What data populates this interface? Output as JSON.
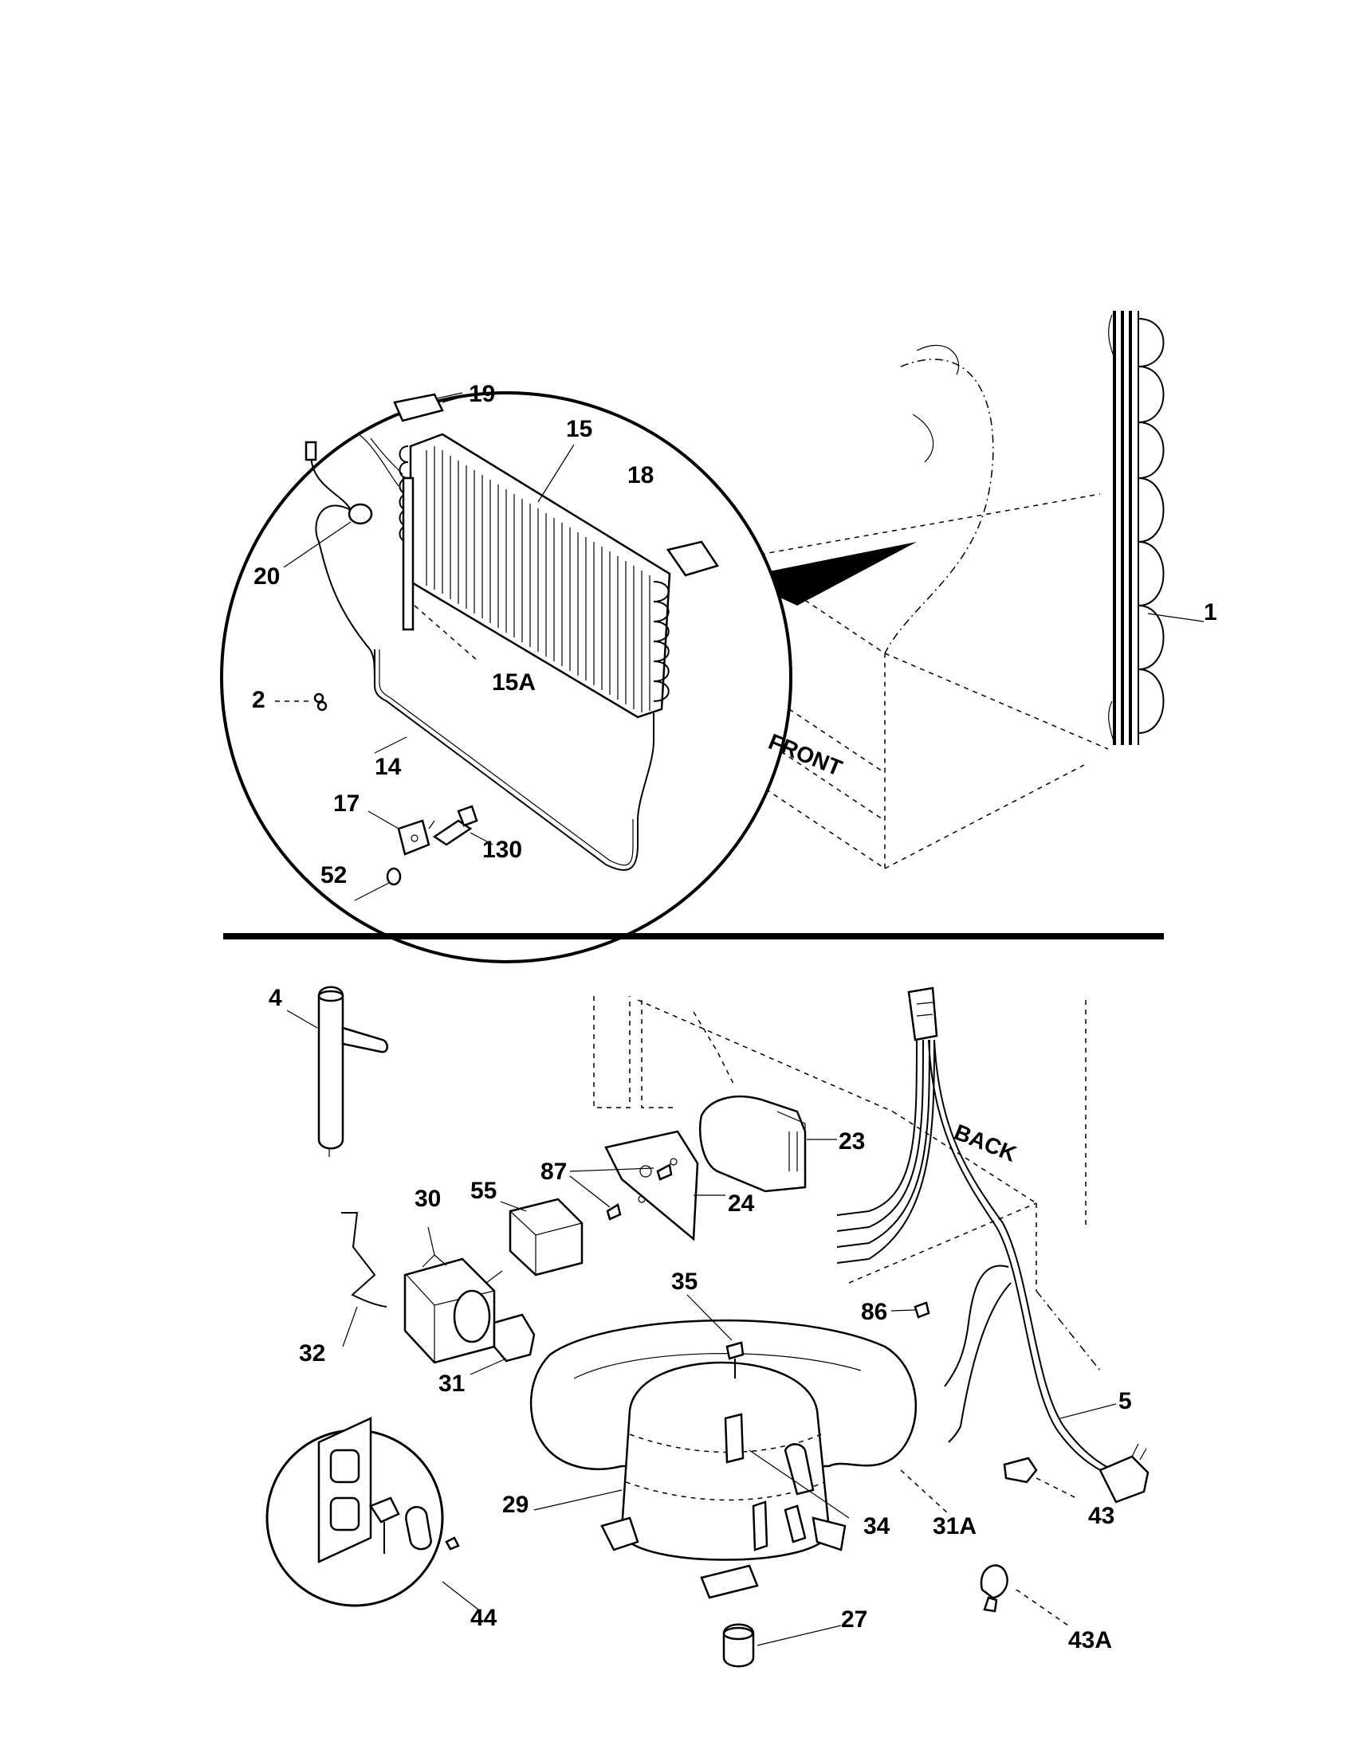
{
  "text_labels": {
    "front": "FRONT",
    "back": "BACK"
  },
  "callouts": {
    "c1": "1",
    "c2": "2",
    "c4": "4",
    "c5": "5",
    "c14": "14",
    "c15": "15",
    "c15a": "15A",
    "c17": "17",
    "c18": "18",
    "c19": "19",
    "c20": "20",
    "c23": "23",
    "c24": "24",
    "c27": "27",
    "c29": "29",
    "c30": "30",
    "c31": "31",
    "c31a": "31A",
    "c32": "32",
    "c34": "34",
    "c35": "35",
    "c43": "43",
    "c43a": "43A",
    "c44": "44",
    "c52": "52",
    "c55": "55",
    "c86": "86",
    "c87": "87",
    "c130": "130"
  }
}
